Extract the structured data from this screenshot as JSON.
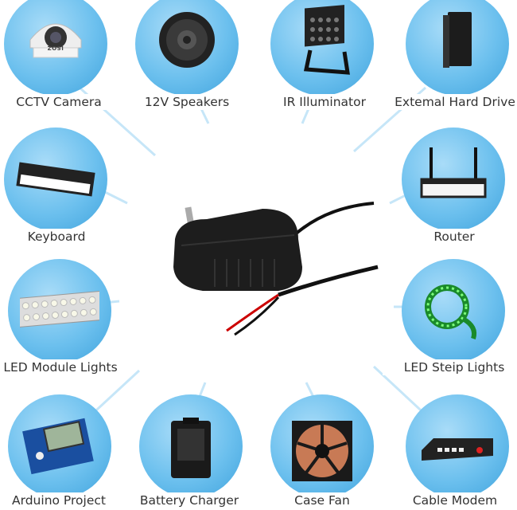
{
  "colors": {
    "circle": "#6cc0ee",
    "connector": "#bfe3f7",
    "text": "#333333"
  },
  "devices": [
    {
      "label": "CCTV Camera",
      "icon": "cctv-camera-icon"
    },
    {
      "label": "12V Speakers",
      "icon": "speaker-icon"
    },
    {
      "label": "IR Illuminator",
      "icon": "ir-illuminator-icon"
    },
    {
      "label": "Extemal Hard Drive",
      "icon": "hard-drive-icon"
    },
    {
      "label": "Keyboard",
      "icon": "keyboard-icon"
    },
    {
      "label": "Router",
      "icon": "router-icon"
    },
    {
      "label": "LED Module Lights",
      "icon": "led-module-icon"
    },
    {
      "label": "LED Steip Lights",
      "icon": "led-strip-icon"
    },
    {
      "label": "Arduino Project",
      "icon": "arduino-board-icon"
    },
    {
      "label": "Battery Charger",
      "icon": "battery-charger-icon"
    },
    {
      "label": "Case Fan",
      "icon": "case-fan-icon"
    },
    {
      "label": "Cable Modem",
      "icon": "cable-modem-icon"
    }
  ],
  "center": {
    "icon": "power-adapter-icon",
    "camera_brand": "ZOSI"
  }
}
